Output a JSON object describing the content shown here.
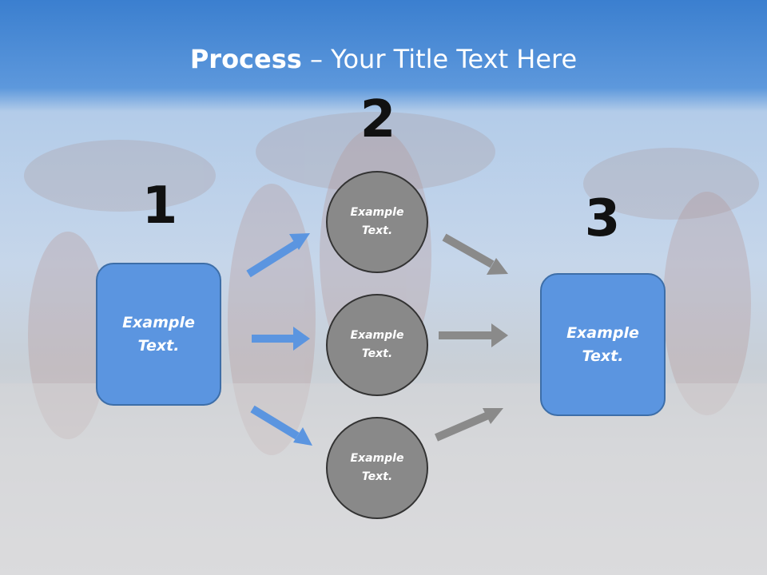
{
  "title": {
    "bold": "Process",
    "rest": " – Your Title Text Here"
  },
  "steps": [
    {
      "number": "1"
    },
    {
      "number": "2"
    },
    {
      "number": "3"
    }
  ],
  "left_box": {
    "text": "Example Text."
  },
  "circles": [
    {
      "text": "Example Text."
    },
    {
      "text": "Example Text."
    },
    {
      "text": "Example Text."
    }
  ],
  "right_box": {
    "text": "Example Text."
  },
  "colors": {
    "header": "#3b7fcf",
    "box_fill": "#5b95e0",
    "box_border": "#3d6ea8",
    "circle_fill": "#898989",
    "circle_border": "#333333",
    "arrow_blue": "#5b95e0",
    "arrow_gray": "#8a8a8a"
  }
}
